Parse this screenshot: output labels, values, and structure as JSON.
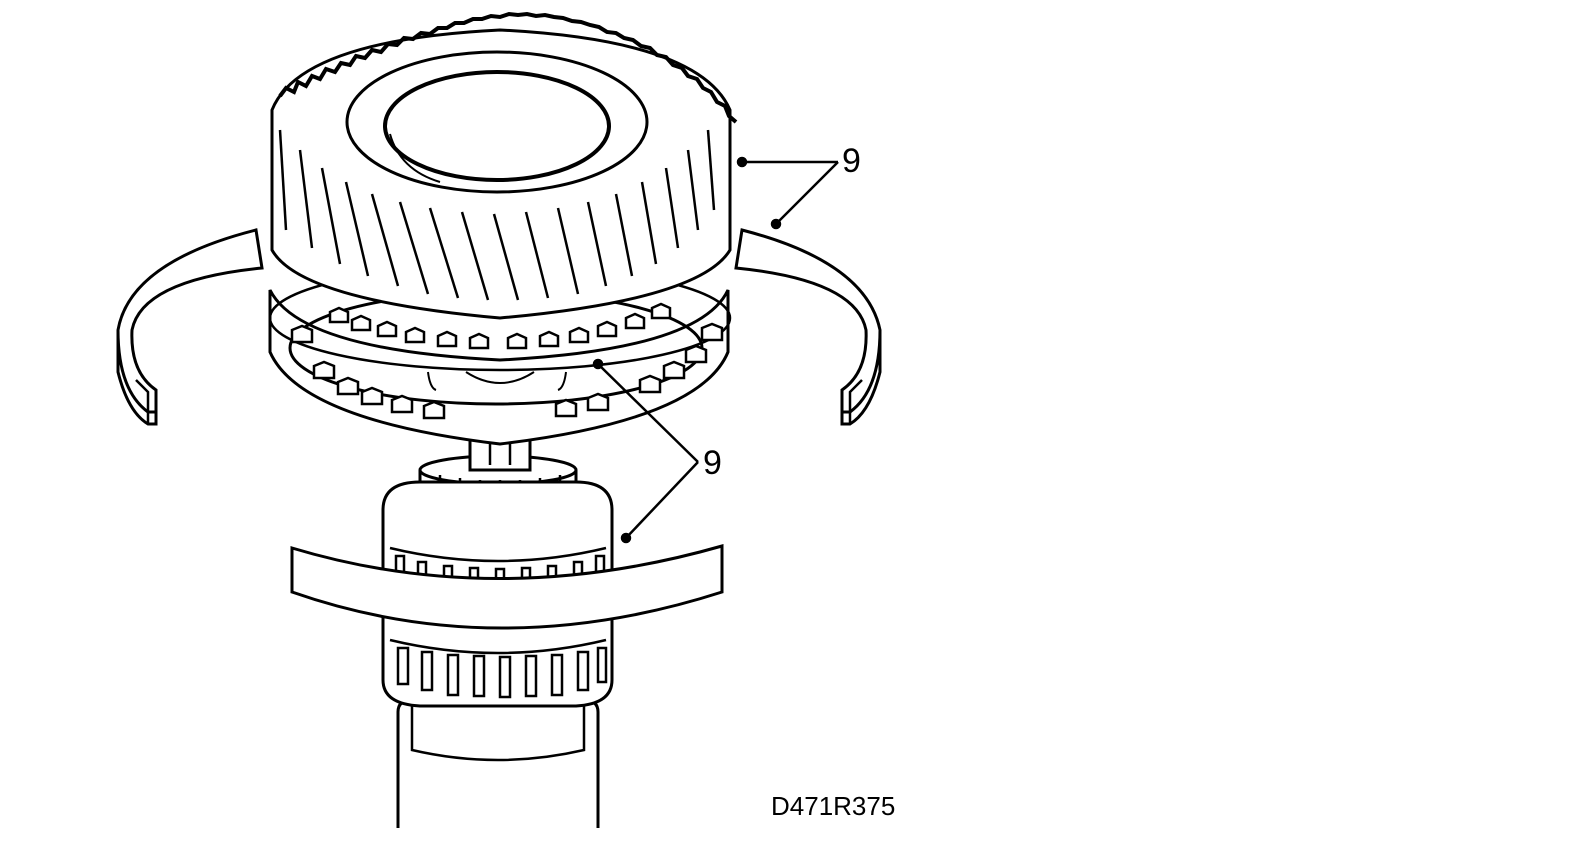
{
  "diagram": {
    "callouts": [
      {
        "label": "9"
      },
      {
        "label": "9"
      }
    ],
    "figure_code": "D471R375"
  },
  "colors": {
    "ink": "#000000",
    "paper": "#ffffff"
  }
}
